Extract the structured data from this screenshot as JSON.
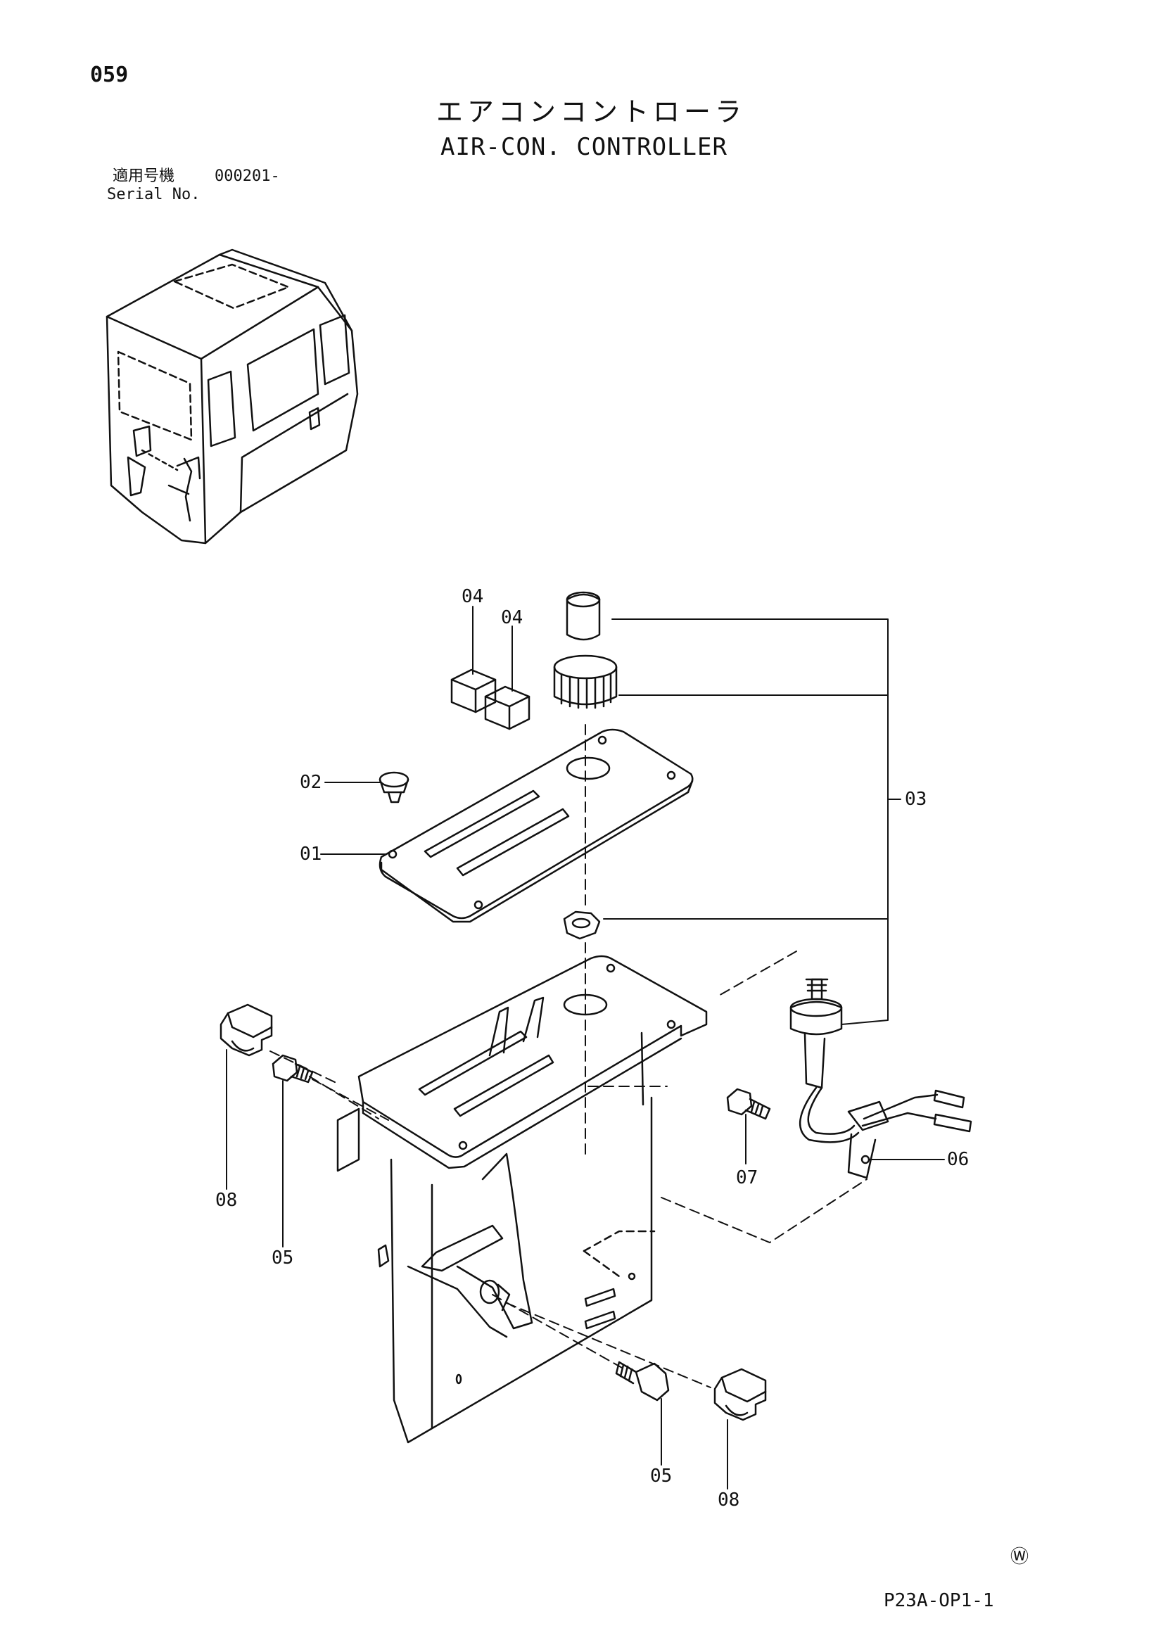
{
  "header": {
    "page_number": "059",
    "title_jp": "エアコンコントローラ",
    "title_en": "AIR-CON. CONTROLLER",
    "serial_label_jp": "適用号機",
    "serial_value": "000201-",
    "serial_label_en": "Serial No."
  },
  "parts": [
    {
      "id": "part-01",
      "label": "01"
    },
    {
      "id": "part-02",
      "label": "02"
    },
    {
      "id": "part-03",
      "label": "03"
    },
    {
      "id": "part-04a",
      "label": "04"
    },
    {
      "id": "part-04b",
      "label": "04"
    },
    {
      "id": "part-05a",
      "label": "05"
    },
    {
      "id": "part-05b",
      "label": "05"
    },
    {
      "id": "part-06",
      "label": "06"
    },
    {
      "id": "part-07",
      "label": "07"
    },
    {
      "id": "part-08a",
      "label": "08"
    },
    {
      "id": "part-08b",
      "label": "08"
    }
  ],
  "footer": {
    "mark": "Ⓦ",
    "drawing_code": "P23A-OP1-1"
  },
  "colors": {
    "line": "#111111",
    "paper": "#ffffff"
  }
}
